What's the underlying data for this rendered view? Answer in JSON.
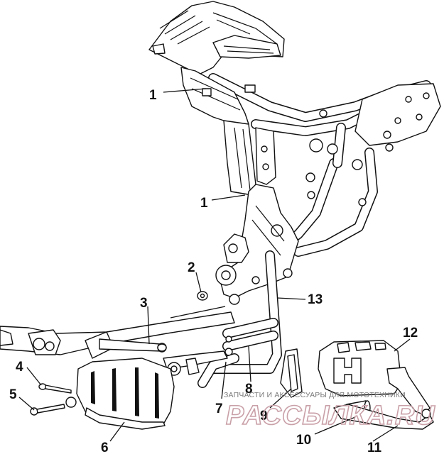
{
  "diagram": {
    "callouts": [
      {
        "id": "c1a",
        "text": "1"
      },
      {
        "id": "c1b",
        "text": "1"
      },
      {
        "id": "c2",
        "text": "2"
      },
      {
        "id": "c3",
        "text": "3"
      },
      {
        "id": "c4",
        "text": "4"
      },
      {
        "id": "c5",
        "text": "5"
      },
      {
        "id": "c6",
        "text": "6"
      },
      {
        "id": "c7",
        "text": "7"
      },
      {
        "id": "c8",
        "text": "8"
      },
      {
        "id": "c9",
        "text": "9"
      },
      {
        "id": "c10",
        "text": "10"
      },
      {
        "id": "c11",
        "text": "11"
      },
      {
        "id": "c12",
        "text": "12"
      },
      {
        "id": "c13",
        "text": "13"
      }
    ],
    "watermark": {
      "text": "ЗАПЧАСТИ И АКСЕССУАРЫ ДЛЯ МОТОТЕХНИКИ",
      "logo": "РАССЫЛКА.RU"
    }
  }
}
